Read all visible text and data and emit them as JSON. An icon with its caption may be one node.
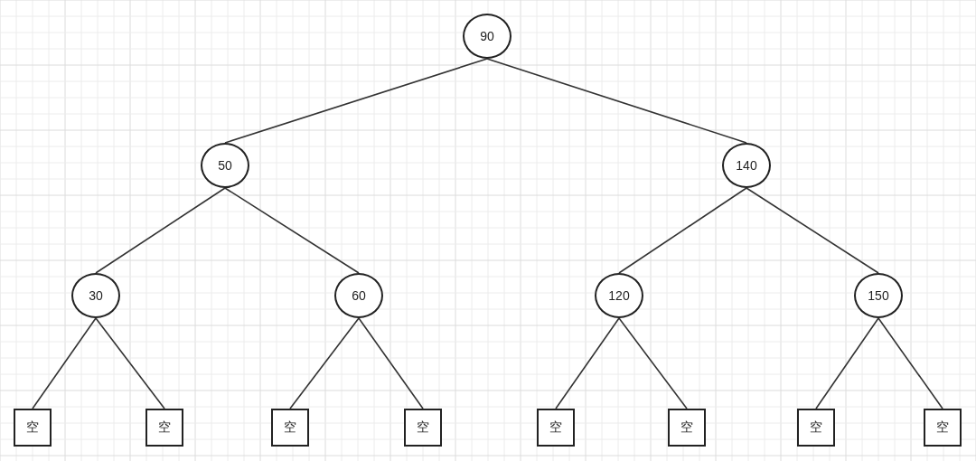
{
  "diagram": {
    "nodes": [
      {
        "text": [
          "90"
        ]
      },
      {
        "text": [
          "50"
        ]
      },
      {
        "text": [
          "140"
        ]
      },
      {
        "text": [
          "30"
        ]
      },
      {
        "text": [
          "60"
        ]
      },
      {
        "text": [
          "120"
        ]
      },
      {
        "text": [
          "150"
        ]
      },
      {
        "text": [
          "空"
        ]
      },
      {
        "text": [
          "空"
        ]
      },
      {
        "text": [
          "空"
        ]
      },
      {
        "text": [
          "空"
        ]
      },
      {
        "text": [
          "空"
        ]
      },
      {
        "text": [
          "空"
        ]
      },
      {
        "text": [
          "空"
        ]
      },
      {
        "text": [
          "空"
        ]
      }
    ],
    "edges": [
      {
        "from": 0,
        "to": 1,
        "arrow": "none"
      },
      {
        "from": 0,
        "to": 2,
        "arrow": "none"
      },
      {
        "from": 1,
        "to": 3,
        "arrow": "none"
      },
      {
        "from": 1,
        "to": 4,
        "arrow": "none"
      },
      {
        "from": 2,
        "to": 5,
        "arrow": "none"
      },
      {
        "from": 2,
        "to": 6,
        "arrow": "none"
      },
      {
        "from": 3,
        "to": 7,
        "arrow": "none"
      },
      {
        "from": 3,
        "to": 8,
        "arrow": "none"
      },
      {
        "from": 4,
        "to": 9,
        "arrow": "none"
      },
      {
        "from": 4,
        "to": 10,
        "arrow": "none"
      },
      {
        "from": 5,
        "to": 11,
        "arrow": "none"
      },
      {
        "from": 5,
        "to": 12,
        "arrow": "none"
      },
      {
        "from": 6,
        "to": 13,
        "arrow": "none"
      },
      {
        "from": 6,
        "to": 14,
        "arrow": "none"
      }
    ]
  }
}
